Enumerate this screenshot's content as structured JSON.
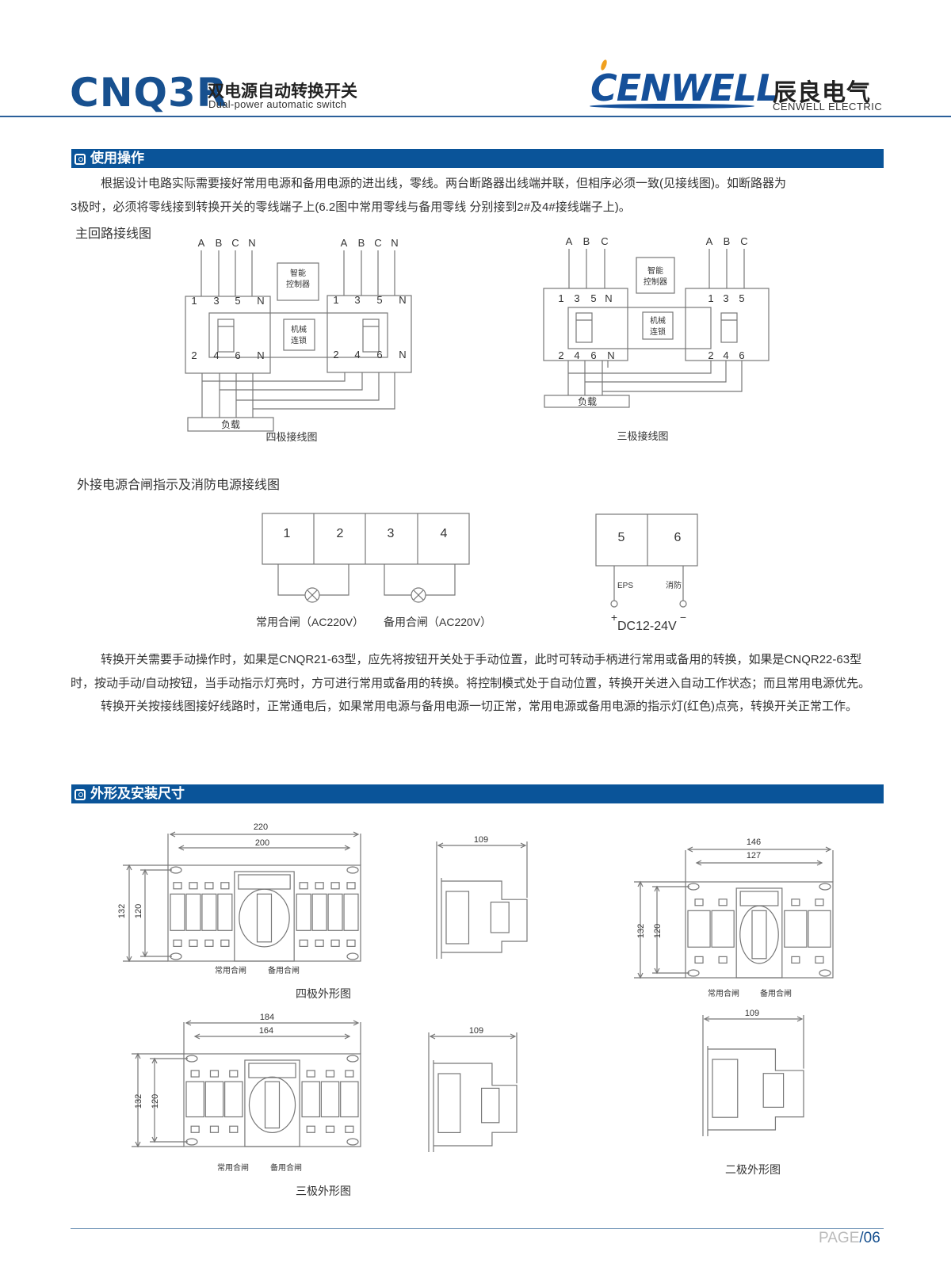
{
  "header": {
    "model": "CNQ3R",
    "title_cn": "双电源自动转换开关",
    "title_en": "Dual-power automatic switch",
    "brand": "CENWELL",
    "brand_cn": "辰良电气",
    "brand_en": "CENWELL ELECTRIC"
  },
  "colors": {
    "brand_blue": "#0a5499",
    "panel_grey": "#e8e8e8",
    "logo_accent": "#f0a01e"
  },
  "section1": {
    "title": "使用操作",
    "icon": "power-icon",
    "para1_line1": "根据设计电路实际需要接好常用电源和备用电源的进出线，零线。两台断路器出线端并联，但相序必须一致(见接线图)。如断路器为",
    "para1_line2": "3极时，必须将零线接到转换开关的零线端子上(6.2图中常用零线与备用零线 分别接到2#及4#接线端子上)。",
    "para2": "转换开关需要手动操作时，如果是CNQR21-63型，应先将按钮开关处于手动位置，此时可转动手柄进行常用或备用的转换，如果是CNQR22-63型时，按动手动/自动按钮，当手动指示灯亮时，方可进行常用或备用的转换。将控制模式处于自动位置，转换开关进入自动工作状态；而且常用电源优先。",
    "para3": "转换开关按接线图接好线路时，正常通电后，如果常用电源与备用电源一切正常，常用电源或备用电源的指示灯(红色)点亮，转换开关正常工作。"
  },
  "wiring": {
    "main_title": "主回路接线图",
    "phases4": [
      "A",
      "B",
      "C",
      "N"
    ],
    "phases3": [
      "A",
      "B",
      "C"
    ],
    "top_terms4": [
      "1",
      "3",
      "5",
      "N"
    ],
    "bot_terms4": [
      "2",
      "4",
      "6",
      "N"
    ],
    "top_terms3": [
      "1",
      "3",
      "5"
    ],
    "bot_terms3": [
      "2",
      "4",
      "6"
    ],
    "controller": [
      "智能",
      "控制器"
    ],
    "interlock": [
      "机械",
      "连锁"
    ],
    "load": "负载",
    "caption4": "四极接线图",
    "caption3": "三极接线图",
    "ext_title": "外接电源合闸指示及消防电源接线图",
    "ext_terms": [
      "1",
      "2",
      "3",
      "4",
      "5",
      "6"
    ],
    "lamp1": "常用合闸（AC220V）",
    "lamp2": "备用合闸（AC220V）",
    "eps": "EPS",
    "fire": "消防",
    "plus": "+",
    "minus": "−",
    "dc": "DC12-24V"
  },
  "section2": {
    "title": "外形及安装尺寸",
    "icon": "power-icon",
    "four_pole": {
      "w1": "220",
      "w2": "200",
      "h1": "132",
      "h2": "120",
      "depth": "109",
      "caption": "四极外形图"
    },
    "three_pole": {
      "w1": "184",
      "w2": "164",
      "h1": "132",
      "h2": "120",
      "depth": "109",
      "caption": "三极外形图"
    },
    "two_pole": {
      "w1": "146",
      "w2": "127",
      "h1": "132",
      "h2": "120",
      "depth": "109",
      "caption": "二极外形图"
    },
    "normal_label": "常用合闸",
    "backup_label": "备用合闸"
  },
  "footer": {
    "page_label": "PAGE",
    "page_sep": "/",
    "page_num": "06"
  }
}
